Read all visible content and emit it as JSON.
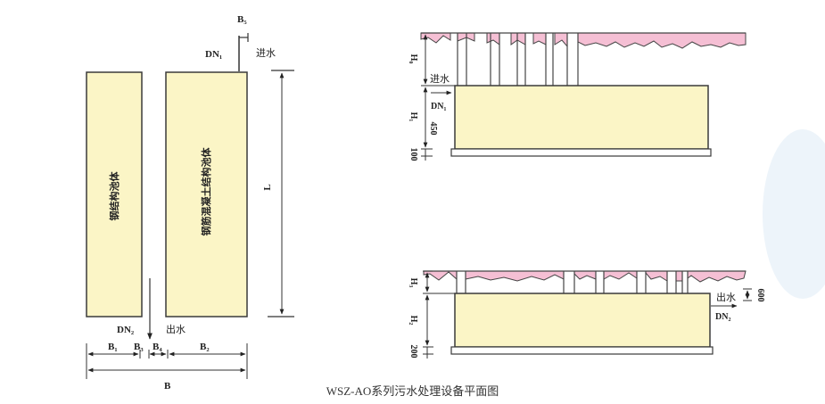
{
  "caption": "WSZ-AO系列污水处理设备平面图",
  "colors": {
    "tank_fill": "#fbf5c6",
    "tank_stroke": "#3a3a3a",
    "ground_fill": "#f5bfd4",
    "line": "#333333",
    "watermark": "#e6f0f8"
  },
  "plan_view": {
    "left_tank_label": "钢结构池体",
    "right_tank_label": "钢筋混凝土结构池体",
    "inlet": {
      "pipe": "DN₁",
      "label": "进水",
      "offset": "B₅"
    },
    "outlet": {
      "pipe": "DN₂",
      "label": "出水"
    },
    "dimensions": {
      "length": "L",
      "b1": "B₁",
      "b2": "B₂",
      "b3": "B₃",
      "b4": "B₄",
      "total": "B"
    }
  },
  "elevation_top": {
    "h0": "H₀",
    "h1": "H₁",
    "dim_450": "450",
    "dim_100": "100",
    "inlet_label": "进水",
    "inlet_pipe": "DN₁"
  },
  "elevation_bottom": {
    "h3": "H₃",
    "h2": "H₂",
    "dim_200": "200",
    "dim_600": "600",
    "outlet_label": "出水",
    "outlet_pipe": "DN₂"
  }
}
